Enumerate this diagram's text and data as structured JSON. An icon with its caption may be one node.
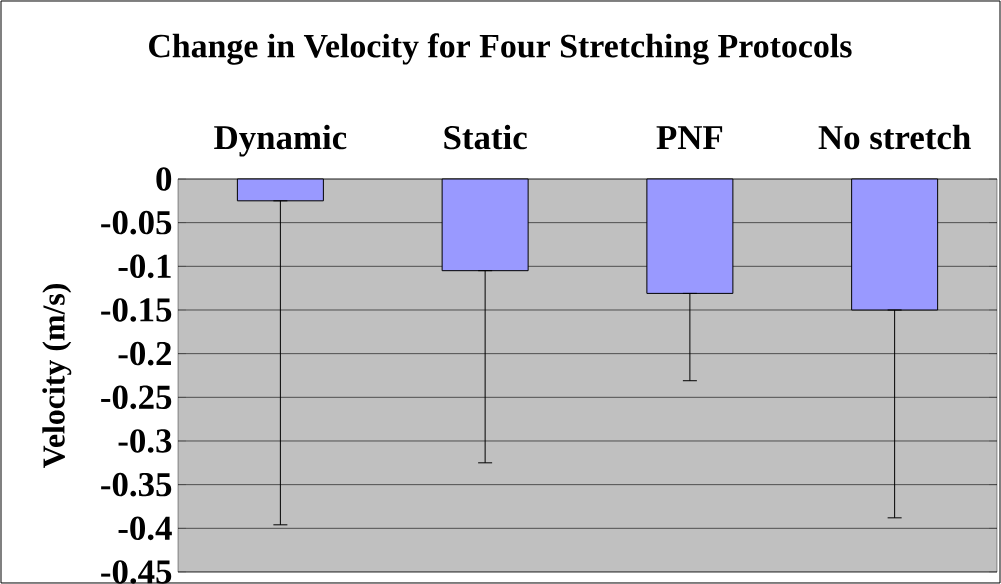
{
  "diagram": {
    "chart_data": {
      "type": "bar",
      "title": "Change in Velocity for Four Stretching Protocols",
      "ylabel": "Velocity (m/s)",
      "categories": [
        "Dynamic",
        "Static",
        "PNF",
        "No stretch"
      ],
      "series": [
        {
          "color": "#9999ff",
          "values": [
            -0.025,
            -0.105,
            -0.131,
            -0.15
          ],
          "errors": [
            [
              -0.396,
              -0.025
            ],
            [
              -0.325,
              -0.105
            ],
            [
              -0.231,
              -0.131
            ],
            [
              -0.388,
              -0.15
            ]
          ]
        }
      ],
      "grid": "y",
      "ylim": [
        -0.45,
        0
      ],
      "yticks": [
        {
          "value": 0,
          "label": "0"
        },
        {
          "value": -0.05,
          "label": "-0.05"
        },
        {
          "value": -0.1,
          "label": "-0.1"
        },
        {
          "value": -0.15,
          "label": "-0.15"
        },
        {
          "value": -0.2,
          "label": "-0.2"
        },
        {
          "value": -0.25,
          "label": "-0.25"
        },
        {
          "value": -0.3,
          "label": "-0.3"
        },
        {
          "value": -0.35,
          "label": "-0.35"
        },
        {
          "value": -0.4,
          "label": "-0.4"
        },
        {
          "value": -0.45,
          "label": "-0.45"
        }
      ]
    }
  }
}
